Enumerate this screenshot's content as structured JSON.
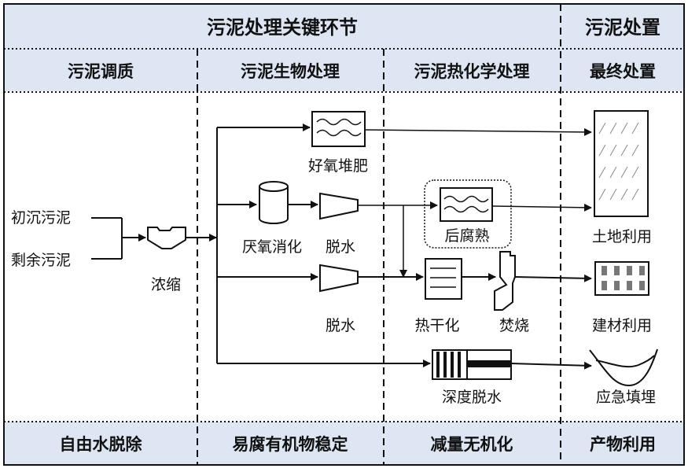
{
  "header": {
    "key_steps": "污泥处理关键环节",
    "disposal": "污泥处置"
  },
  "stages": {
    "conditioning": "污泥调质",
    "biological": "污泥生物处理",
    "thermochemical": "污泥热化学处理",
    "final": "最终处置"
  },
  "inputs": {
    "primary": "初沉污泥",
    "excess": "剩余污泥"
  },
  "processes": {
    "thickening": "浓缩",
    "aerobic_compost": "好氧堆肥",
    "anaerobic_digestion": "厌氧消化",
    "dewatering_1": "脱水",
    "post_curing": "后腐熟",
    "dewatering_2": "脱水",
    "thermal_drying": "热干化",
    "incineration": "焚烧",
    "deep_dewatering": "深度脱水"
  },
  "outcomes": {
    "land_use": "土地利用",
    "building_material": "建材利用",
    "landfill": "应急填埋"
  },
  "footer": {
    "f1": "自由水脱除",
    "f2": "易腐有机物稳定",
    "f3": "减量无机化",
    "f4": "产物利用"
  },
  "colors": {
    "band": "#dde6f2",
    "line": "#111111"
  }
}
